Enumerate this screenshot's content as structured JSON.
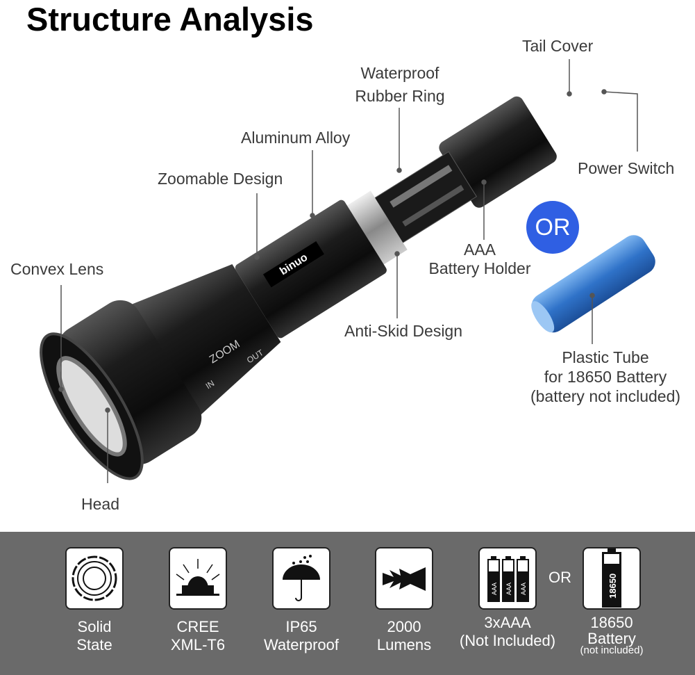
{
  "title": "Structure Analysis",
  "labels": {
    "tail_cover": "Tail Cover",
    "rubber_ring_1": "Waterproof",
    "rubber_ring_2": "Rubber Ring",
    "aluminum": "Aluminum Alloy",
    "zoomable": "Zoomable Design",
    "power_switch": "Power Switch",
    "convex_lens": "Convex Lens",
    "aaa_1": "AAA",
    "aaa_2": "Battery Holder",
    "or": "OR",
    "anti_skid": "Anti-Skid Design",
    "tube_1": "Plastic Tube",
    "tube_2": "for 18650 Battery",
    "tube_3": "(battery not included)",
    "head": "Head"
  },
  "flashlight_markings": {
    "brand": "binuo",
    "zoom": "ZOOM",
    "in": "IN",
    "out": "OUT"
  },
  "colors": {
    "band": "#6a6a6a",
    "or_circle": "#2f5fe3",
    "battery": "#3f86d8"
  },
  "features": [
    {
      "icon": "solid-state-icon",
      "line1": "Solid",
      "line2": "State"
    },
    {
      "icon": "cree-led-icon",
      "line1": "CREE",
      "line2": "XML-T6"
    },
    {
      "icon": "umbrella-rain-icon",
      "line1": "IP65",
      "line2": "Waterproof"
    },
    {
      "icon": "light-beam-icon",
      "line1": "2000",
      "line2": "Lumens"
    },
    {
      "icon": "aaa-batteries-icon",
      "line1": "3xAAA",
      "line2": "(Not Included)"
    },
    {
      "icon": "18650-battery-icon",
      "line1": "18650",
      "line2": "Battery",
      "note": "(not included)",
      "battery_text": "18650",
      "aaa_text": "AAA"
    }
  ],
  "features_or": "OR"
}
